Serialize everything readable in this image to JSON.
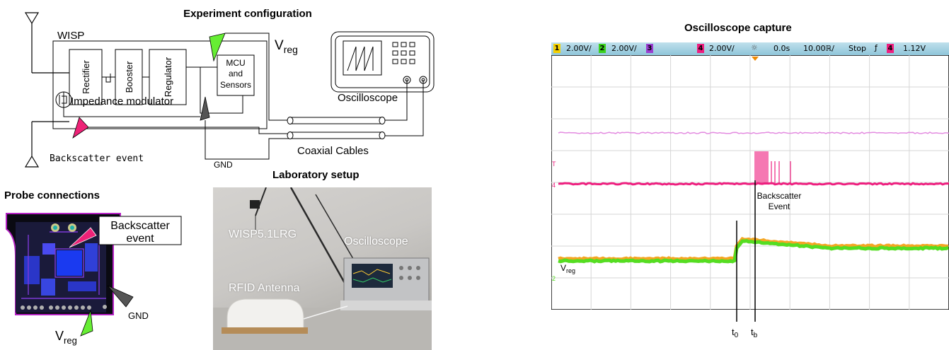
{
  "experiment": {
    "title": "Experiment configuration",
    "wisp": "WISP",
    "rectifier": "Rectifier",
    "booster": "Booster",
    "regulator": "Regulator",
    "mcu_line1": "MCU",
    "mcu_line2": "and",
    "mcu_line3": "Sensors",
    "impedance": "Impedance modulator",
    "vreg_base": "V",
    "vreg_sub": "reg",
    "backscatter": "Backscatter event",
    "gnd": "GND",
    "oscilloscope": "Oscilloscope",
    "coax": "Coaxial Cables"
  },
  "probe": {
    "title": "Probe connections",
    "backscatter_line1": "Backscatter",
    "backscatter_line2": "event",
    "gnd": "GND",
    "vreg_base": "V",
    "vreg_sub": "reg"
  },
  "lab": {
    "title": "Laboratory setup",
    "wisp": "WISP5.1LRG",
    "oscilloscope": "Oscilloscope",
    "antenna": "RFID Antenna"
  },
  "scope": {
    "title": "Oscilloscope capture",
    "ch1_num": "1",
    "ch1_scale": "2.00V/",
    "ch2_num": "2",
    "ch2_scale": "2.00V/",
    "ch3_num": "3",
    "ch4_num": "4",
    "ch4_scale": "2.00V/",
    "delay": "0.0s",
    "timebase": "10.00ℝ/",
    "status": "Stop",
    "trig_num": "4",
    "trig_level": "1.12V",
    "marker_t": "T",
    "marker_4": "4",
    "marker_2": "2",
    "backscatter_line1": "Backscatter",
    "backscatter_line2": "Event",
    "vreg": "V",
    "vreg_sub": "reg",
    "t0_base": "t",
    "t0_sub": "0",
    "tb_base": "t",
    "tb_sub": "b"
  },
  "colors": {
    "ch1": "#f5a623",
    "ch2": "#55dd22",
    "ch3": "#e38be0",
    "ch4": "#ee1f7f",
    "arrow_green": "#66ee33",
    "arrow_pink": "#ee2277",
    "arrow_gray": "#555555"
  }
}
